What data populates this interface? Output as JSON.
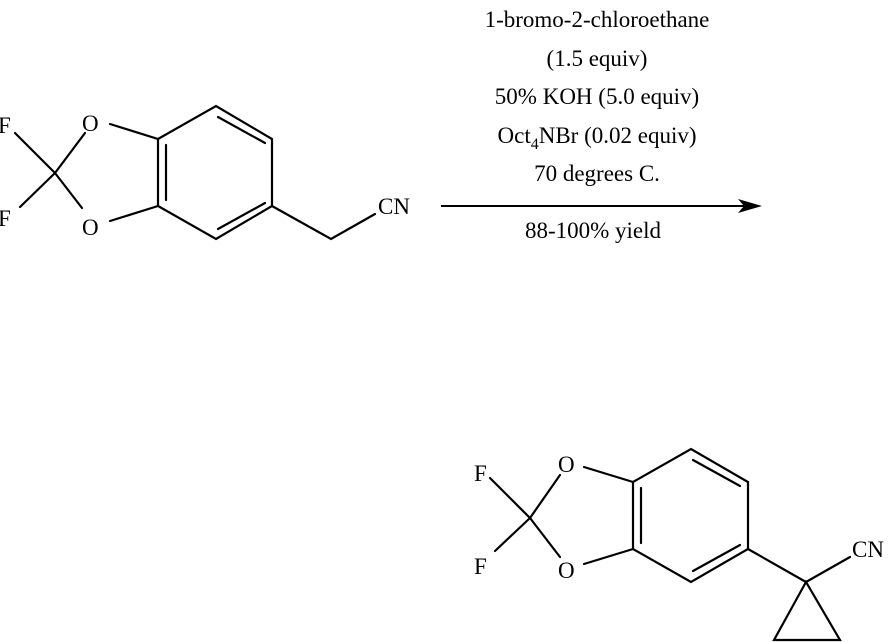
{
  "reactant": {
    "atoms": {
      "F1": "F",
      "F2": "F",
      "O1": "O",
      "O2": "O",
      "nitrile": "CN"
    }
  },
  "conditions": {
    "reagent_1": "1-bromo-2-chloroethane",
    "reagent_1_amount": "(1.5 equiv)",
    "base": "50% KOH (5.0 equiv)",
    "catalyst_prefix": "Oct",
    "catalyst_subscript": "4",
    "catalyst_suffix": "NBr (0.02 equiv)",
    "temperature": "70 degrees C.",
    "yield": "88-100% yield"
  },
  "product": {
    "atoms": {
      "F1": "F",
      "F2": "F",
      "O1": "O",
      "O2": "O",
      "nitrile": "CN"
    }
  }
}
